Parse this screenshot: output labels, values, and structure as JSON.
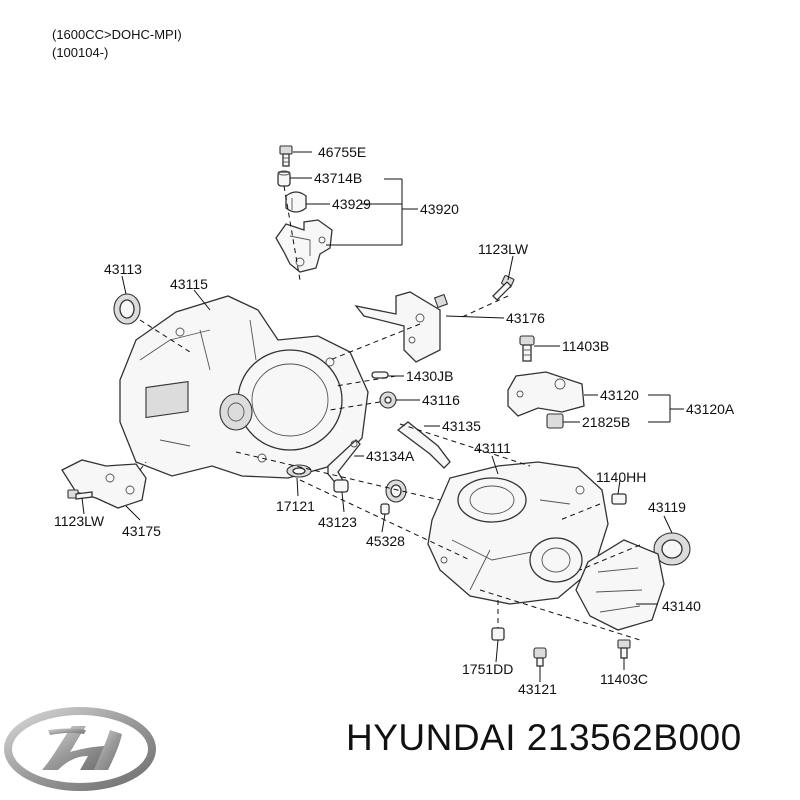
{
  "header": {
    "spec_line_1": "(1600CC>DOHC-MPI)",
    "spec_line_2": "(100104-)"
  },
  "parts": [
    {
      "id": "46755E"
    },
    {
      "id": "43714B"
    },
    {
      "id": "43929"
    },
    {
      "id": "43920"
    },
    {
      "id": "1123LW"
    },
    {
      "id": "43113"
    },
    {
      "id": "43115"
    },
    {
      "id": "43176"
    },
    {
      "id": "11403B"
    },
    {
      "id": "1430JB"
    },
    {
      "id": "43116"
    },
    {
      "id": "43120"
    },
    {
      "id": "43120A"
    },
    {
      "id": "21825B"
    },
    {
      "id": "43135"
    },
    {
      "id": "43111"
    },
    {
      "id": "43134A"
    },
    {
      "id": "1140HH"
    },
    {
      "id": "17121"
    },
    {
      "id": "43123"
    },
    {
      "id": "45328"
    },
    {
      "id": "43119"
    },
    {
      "id": "1123LW"
    },
    {
      "id": "43175"
    },
    {
      "id": "43140"
    },
    {
      "id": "1751DD"
    },
    {
      "id": "43121"
    },
    {
      "id": "11403C"
    }
  ],
  "brand": {
    "text": "HYUNDAI 213562B000",
    "logo_icon": "hyundai-logo-icon",
    "logo_color": "#9a9a9a"
  },
  "colors": {
    "line": "#111111",
    "part_fill": "#f7f7f7",
    "part_shade": "#dcdcdc"
  }
}
